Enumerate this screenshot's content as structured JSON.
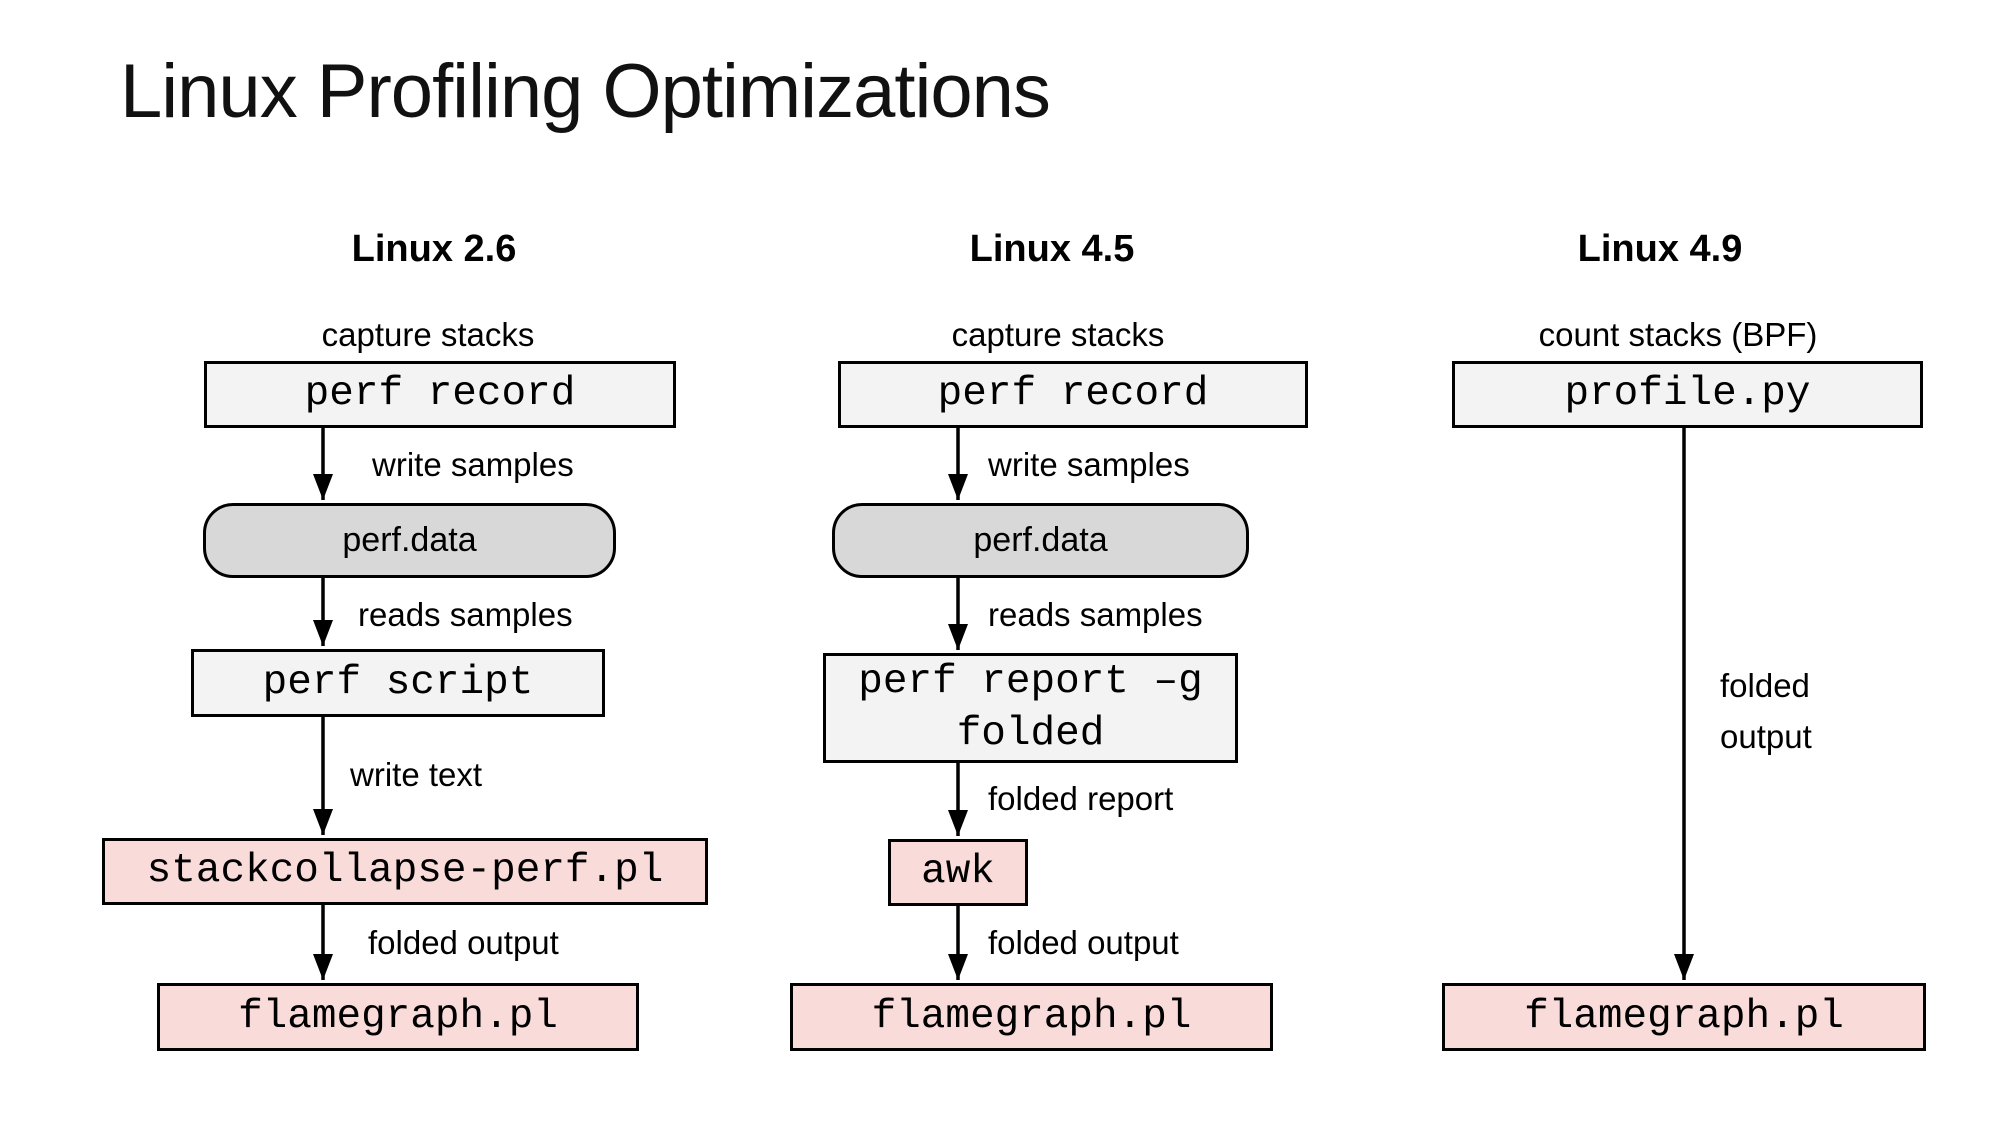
{
  "title": "Linux Profiling Optimizations",
  "colors": {
    "background": "#ffffff",
    "tool_box_fill": "#f3f3f3",
    "data_file_fill": "#d8d8d8",
    "script_box_fill": "#f9dbda",
    "border": "#000000",
    "text": "#000000"
  },
  "columns": [
    {
      "header": "Linux 2.6",
      "stage": "capture stacks",
      "nodes": {
        "n1": "perf record",
        "n2": "perf.data",
        "n3": "perf script",
        "n4": "stackcollapse-perf.pl",
        "n5": "flamegraph.pl"
      },
      "edges": {
        "e1": "write samples",
        "e2": "reads samples",
        "e3": "write text",
        "e4": "folded output"
      }
    },
    {
      "header": "Linux 4.5",
      "stage": "capture stacks",
      "nodes": {
        "n1": "perf record",
        "n2": "perf.data",
        "n3": "perf report –g folded",
        "n4": "awk",
        "n5": "flamegraph.pl"
      },
      "edges": {
        "e1": "write samples",
        "e2": "reads samples",
        "e3": "folded report",
        "e4": "folded output"
      }
    },
    {
      "header": "Linux 4.9",
      "stage": "count stacks (BPF)",
      "nodes": {
        "n1": "profile.py",
        "n5": "flamegraph.pl"
      },
      "edges": {
        "e4": "folded output"
      }
    }
  ]
}
